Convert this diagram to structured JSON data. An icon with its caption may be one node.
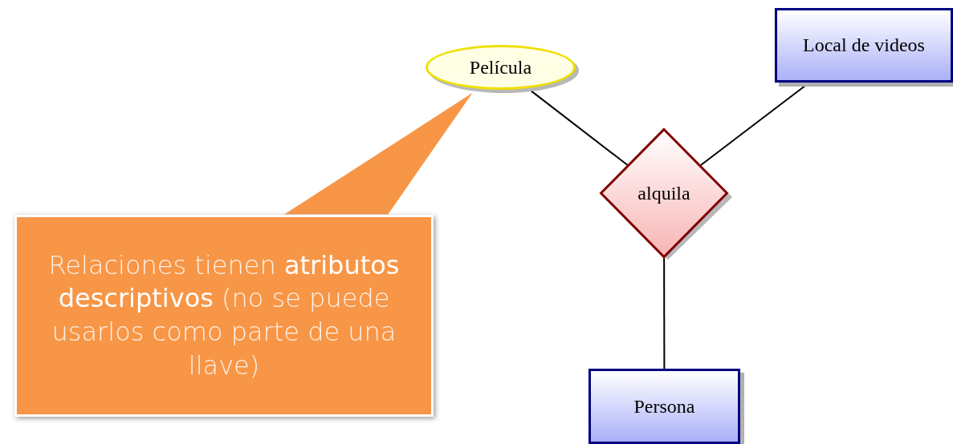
{
  "diagram": {
    "nodes": [
      {
        "text": [
          "Película"
        ]
      },
      {
        "text": [
          "Local de videos"
        ]
      },
      {
        "text": [
          "alquila"
        ]
      },
      {
        "text": [
          "Persona"
        ]
      },
      {
        "text": [
          "Relaciones tienen **atributos descriptivos** (no se puede usarlos como parte de una llave)"
        ]
      }
    ],
    "edges": [
      {
        "from": 0,
        "to": 2,
        "arrow": "none"
      },
      {
        "from": 1,
        "to": 2,
        "arrow": "none"
      },
      {
        "from": 2,
        "to": 3,
        "arrow": "none"
      },
      {
        "from": 4,
        "to": 0,
        "arrow": "none",
        "color": "#f79646"
      }
    ]
  }
}
